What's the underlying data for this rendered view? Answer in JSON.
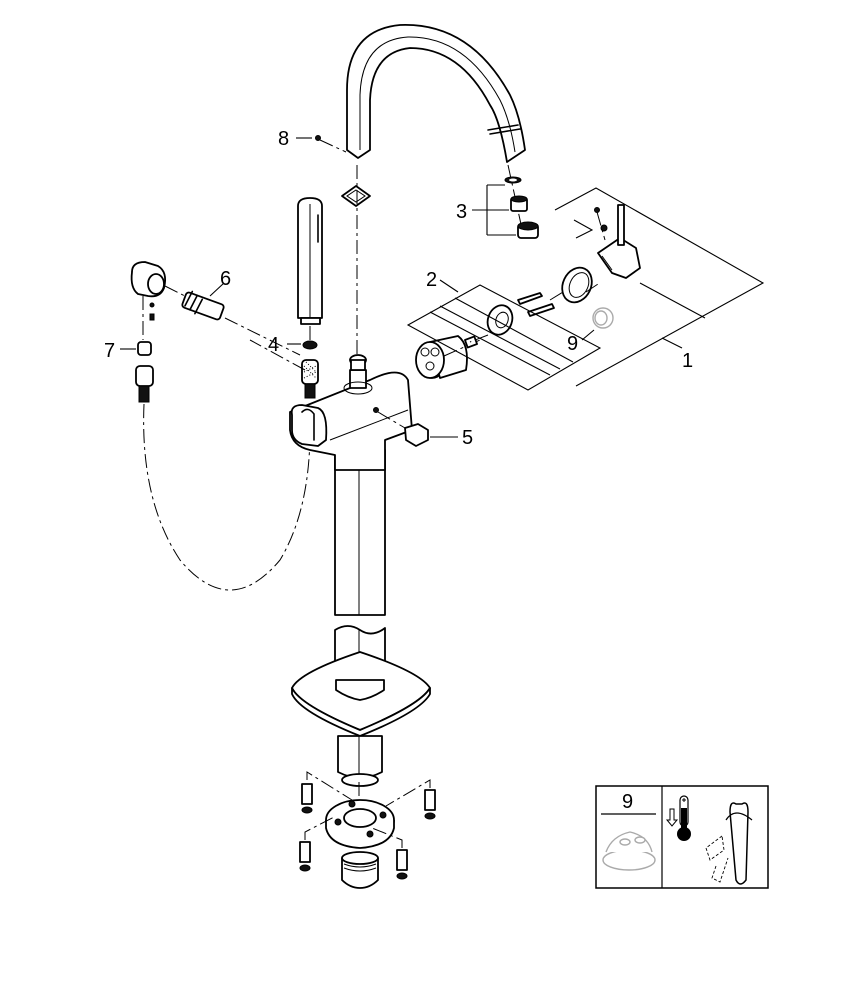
{
  "diagram": {
    "type": "exploded-parts-view",
    "subject": "floor-standing single-lever faucet with hand shower",
    "part_labels": {
      "p1": "1",
      "p2": "2",
      "p3": "3",
      "p4": "4",
      "p5": "5",
      "p6": "6",
      "p7": "7",
      "p8": "8",
      "p9": "9"
    },
    "info_box": {
      "part_number": "9",
      "icons": [
        "thermometer-icon",
        "arrow-down-icon",
        "lever-rotation-icon"
      ]
    }
  }
}
